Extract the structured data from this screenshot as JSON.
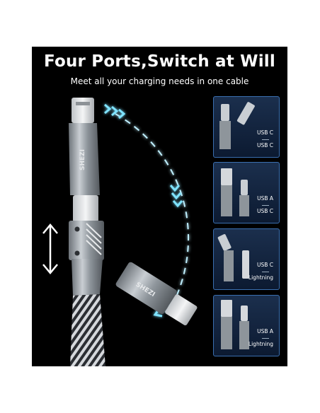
{
  "title": "Four Ports,Switch at Will",
  "subtitle": "Meet all your charging needs in one cable",
  "brand": "SHEZI",
  "panels": [
    {
      "top": "USB C",
      "bottom": "USB C"
    },
    {
      "top": "USB A",
      "bottom": "USB C"
    },
    {
      "top": "USB C",
      "bottom": "Lightning"
    },
    {
      "top": "USB A",
      "bottom": "Lightning"
    }
  ],
  "colors": {
    "background": "#000000",
    "accent_glow": "#5fd6ff",
    "panel_border": "#3a6fb0"
  }
}
